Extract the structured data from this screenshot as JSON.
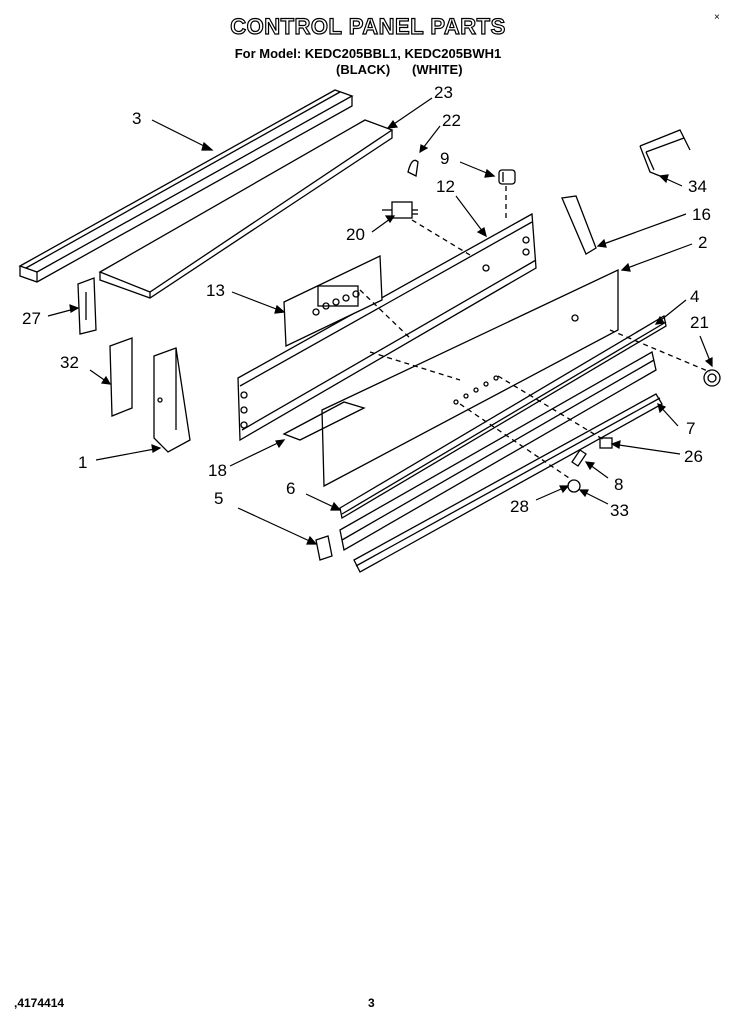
{
  "title": "CONTROL PANEL PARTS",
  "model_line": "For Model: KEDC205BBL1, KEDC205BWH1",
  "color_black": "(BLACK)",
  "color_white": "(WHITE)",
  "corner_mark": "×",
  "part_number": ",4174414",
  "page_number": "3",
  "callouts": {
    "c1": "1",
    "c2": "2",
    "c3": "3",
    "c4": "4",
    "c5": "5",
    "c6": "6",
    "c7": "7",
    "c8": "8",
    "c9": "9",
    "c12": "12",
    "c13": "13",
    "c16": "16",
    "c18": "18",
    "c20": "20",
    "c21": "21",
    "c22": "22",
    "c23": "23",
    "c26": "26",
    "c27": "27",
    "c28": "28",
    "c32": "32",
    "c33": "33",
    "c34": "34"
  }
}
